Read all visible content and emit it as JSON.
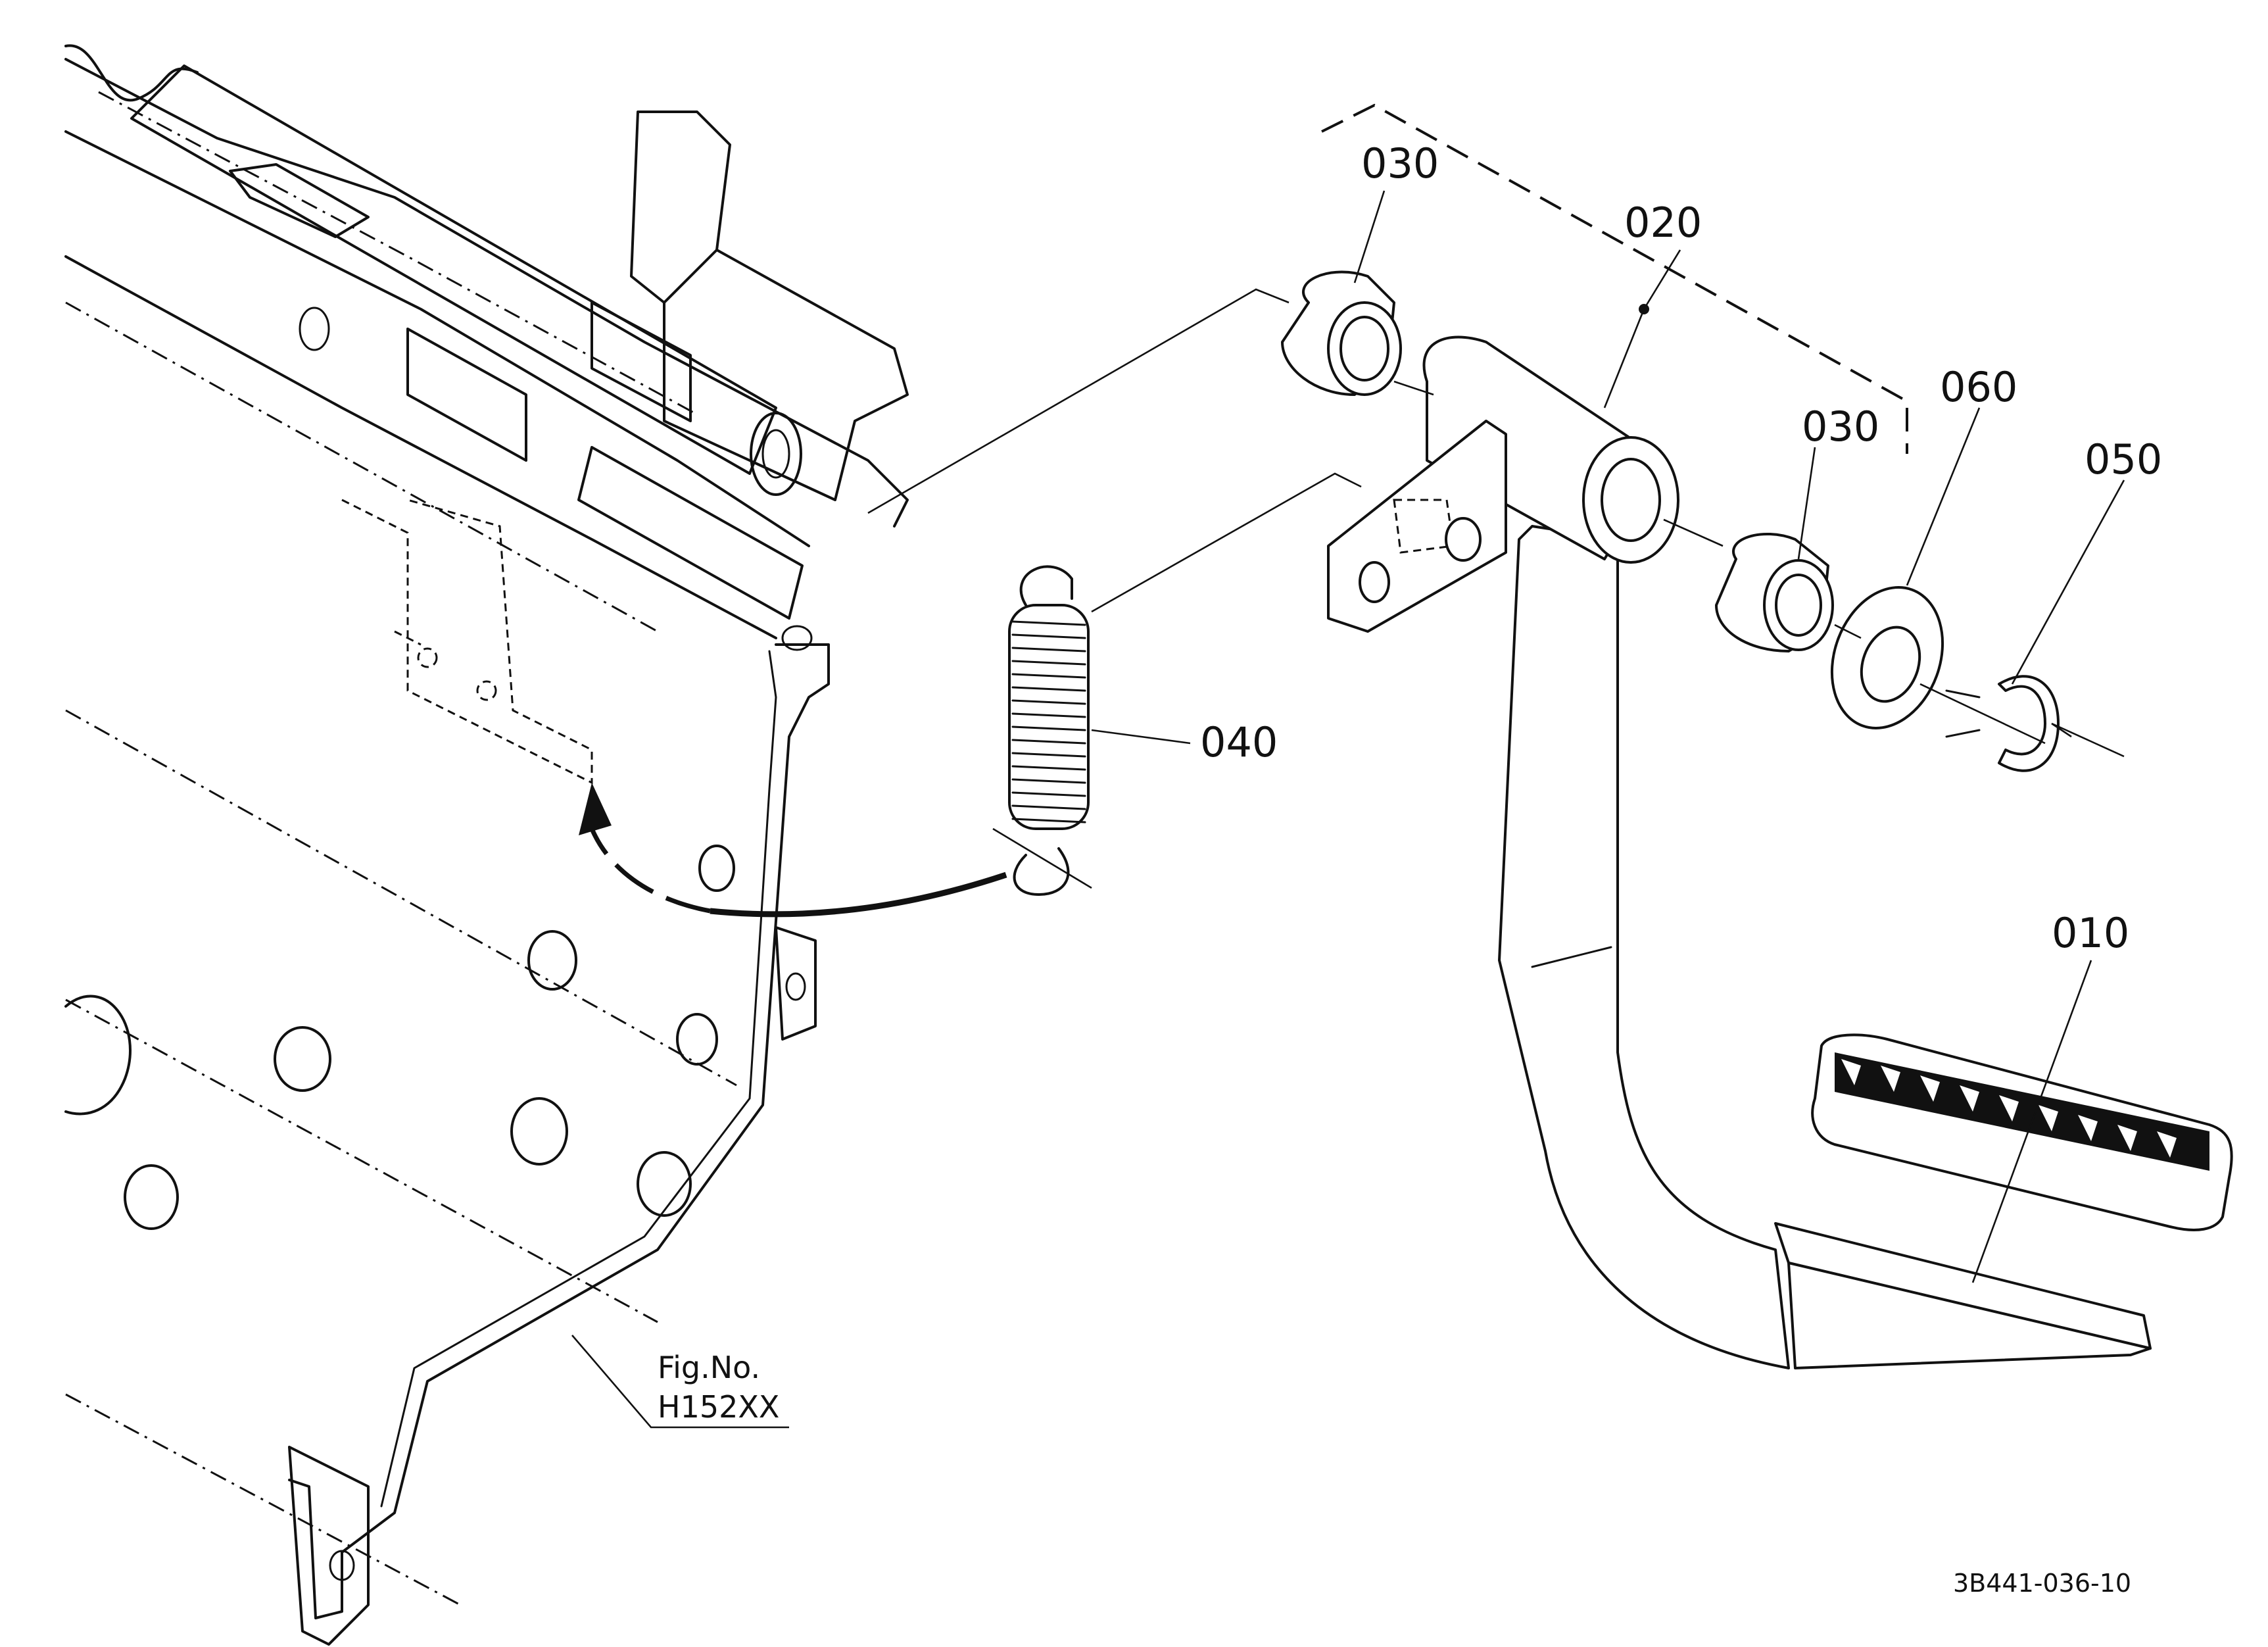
{
  "diagram": {
    "labels": {
      "p010": "010",
      "p020": "020",
      "p030a": "030",
      "p030b": "030",
      "p040": "040",
      "p050": "050",
      "p060": "060"
    },
    "figure_ref": {
      "line1": "Fig.No.",
      "line2": "H152XX"
    },
    "drawing_code": "3B441-036-10"
  }
}
